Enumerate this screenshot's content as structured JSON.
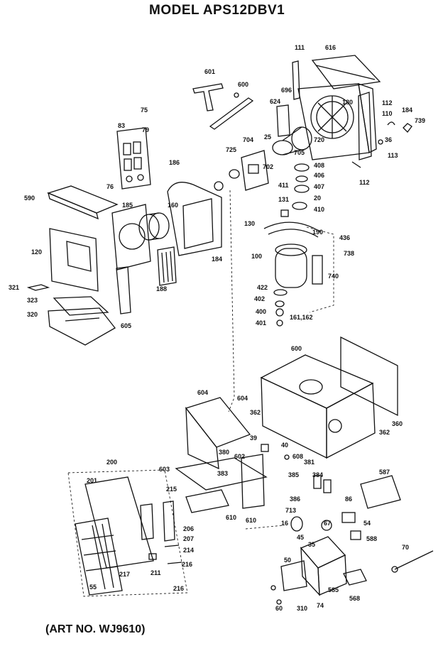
{
  "title": "MODEL APS12DBV1",
  "art_no": "(ART NO. WJ9610)",
  "labels": [
    {
      "id": "111",
      "text": "111"
    },
    {
      "id": "616",
      "text": "616"
    },
    {
      "id": "601",
      "text": "601"
    },
    {
      "id": "600a",
      "text": "600"
    },
    {
      "id": "696",
      "text": "696"
    },
    {
      "id": "624",
      "text": "624"
    },
    {
      "id": "180",
      "text": "180"
    },
    {
      "id": "112a",
      "text": "112"
    },
    {
      "id": "110",
      "text": "110"
    },
    {
      "id": "184a",
      "text": "184"
    },
    {
      "id": "739",
      "text": "739"
    },
    {
      "id": "75",
      "text": "75"
    },
    {
      "id": "83",
      "text": "83"
    },
    {
      "id": "79",
      "text": "79"
    },
    {
      "id": "25",
      "text": "25"
    },
    {
      "id": "704",
      "text": "704"
    },
    {
      "id": "720",
      "text": "720"
    },
    {
      "id": "36",
      "text": "36"
    },
    {
      "id": "113",
      "text": "113"
    },
    {
      "id": "725",
      "text": "725"
    },
    {
      "id": "705",
      "text": "705"
    },
    {
      "id": "702",
      "text": "702"
    },
    {
      "id": "408",
      "text": "408"
    },
    {
      "id": "406",
      "text": "406"
    },
    {
      "id": "112b",
      "text": "112"
    },
    {
      "id": "186",
      "text": "186"
    },
    {
      "id": "76",
      "text": "76"
    },
    {
      "id": "590",
      "text": "590"
    },
    {
      "id": "185",
      "text": "185"
    },
    {
      "id": "160",
      "text": "160"
    },
    {
      "id": "411",
      "text": "411"
    },
    {
      "id": "407",
      "text": "407"
    },
    {
      "id": "20",
      "text": "20"
    },
    {
      "id": "131",
      "text": "131"
    },
    {
      "id": "410",
      "text": "410"
    },
    {
      "id": "130",
      "text": "130"
    },
    {
      "id": "190",
      "text": "190"
    },
    {
      "id": "436",
      "text": "436"
    },
    {
      "id": "120",
      "text": "120"
    },
    {
      "id": "184b",
      "text": "184"
    },
    {
      "id": "100",
      "text": "100"
    },
    {
      "id": "738",
      "text": "738"
    },
    {
      "id": "740",
      "text": "740"
    },
    {
      "id": "321",
      "text": "321"
    },
    {
      "id": "188",
      "text": "188"
    },
    {
      "id": "323",
      "text": "323"
    },
    {
      "id": "422",
      "text": "422"
    },
    {
      "id": "402",
      "text": "402"
    },
    {
      "id": "320",
      "text": "320"
    },
    {
      "id": "400",
      "text": "400"
    },
    {
      "id": "605",
      "text": "605"
    },
    {
      "id": "401",
      "text": "401"
    },
    {
      "id": "161",
      "text": "161,162"
    },
    {
      "id": "600b",
      "text": "600"
    },
    {
      "id": "604a",
      "text": "604"
    },
    {
      "id": "604b",
      "text": "604"
    },
    {
      "id": "362a",
      "text": "362"
    },
    {
      "id": "362b",
      "text": "362"
    },
    {
      "id": "360",
      "text": "360"
    },
    {
      "id": "39",
      "text": "39"
    },
    {
      "id": "40",
      "text": "40"
    },
    {
      "id": "608",
      "text": "608"
    },
    {
      "id": "380",
      "text": "380"
    },
    {
      "id": "602",
      "text": "602"
    },
    {
      "id": "381",
      "text": "381"
    },
    {
      "id": "200",
      "text": "200"
    },
    {
      "id": "603",
      "text": "603"
    },
    {
      "id": "383",
      "text": "383"
    },
    {
      "id": "385",
      "text": "385"
    },
    {
      "id": "384",
      "text": "384"
    },
    {
      "id": "587",
      "text": "587"
    },
    {
      "id": "201",
      "text": "201"
    },
    {
      "id": "215",
      "text": "215"
    },
    {
      "id": "386",
      "text": "386"
    },
    {
      "id": "86",
      "text": "86"
    },
    {
      "id": "610",
      "text": "610"
    },
    {
      "id": "610b",
      "text": "610"
    },
    {
      "id": "713",
      "text": "713"
    },
    {
      "id": "206",
      "text": "206"
    },
    {
      "id": "16",
      "text": "16"
    },
    {
      "id": "67",
      "text": "67"
    },
    {
      "id": "54",
      "text": "54"
    },
    {
      "id": "45",
      "text": "45"
    },
    {
      "id": "207",
      "text": "207"
    },
    {
      "id": "35",
      "text": "35"
    },
    {
      "id": "588",
      "text": "588"
    },
    {
      "id": "214",
      "text": "214"
    },
    {
      "id": "70",
      "text": "70"
    },
    {
      "id": "216a",
      "text": "216"
    },
    {
      "id": "50",
      "text": "50"
    },
    {
      "id": "55",
      "text": "55"
    },
    {
      "id": "217",
      "text": "217"
    },
    {
      "id": "211",
      "text": "211"
    },
    {
      "id": "216b",
      "text": "216"
    },
    {
      "id": "585",
      "text": "585"
    },
    {
      "id": "74",
      "text": "74"
    },
    {
      "id": "568",
      "text": "568"
    },
    {
      "id": "60",
      "text": "60"
    },
    {
      "id": "310",
      "text": "310"
    }
  ]
}
